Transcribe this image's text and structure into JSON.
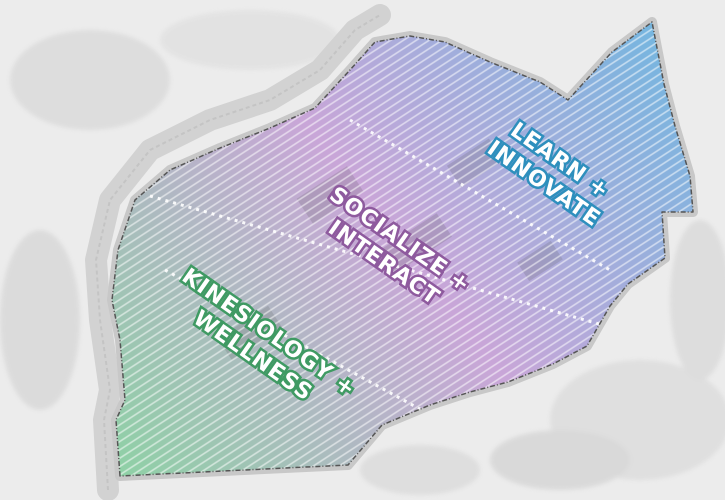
{
  "map": {
    "zones": [
      {
        "id": "learn",
        "line1": "LEARN +",
        "line2": "INNOVATE",
        "fill_color": "#6fb7e0",
        "text_color": "#2e8fbd"
      },
      {
        "id": "socialize",
        "line1": "SOCIALIZE +",
        "line2": "INTERACT",
        "fill_color": "#c9a6d8",
        "text_color": "#8e5a9e"
      },
      {
        "id": "kinesiology",
        "line1": "KINESIOLOGY +",
        "line2": "WELLNESS",
        "fill_color": "#8fd0a6",
        "text_color": "#3f9a63"
      }
    ],
    "colors": {
      "background": "#ececec",
      "road": "#d6d6d6",
      "site_border": "#555555",
      "hatch": "#ffffff",
      "divider": "#ffffff"
    }
  }
}
